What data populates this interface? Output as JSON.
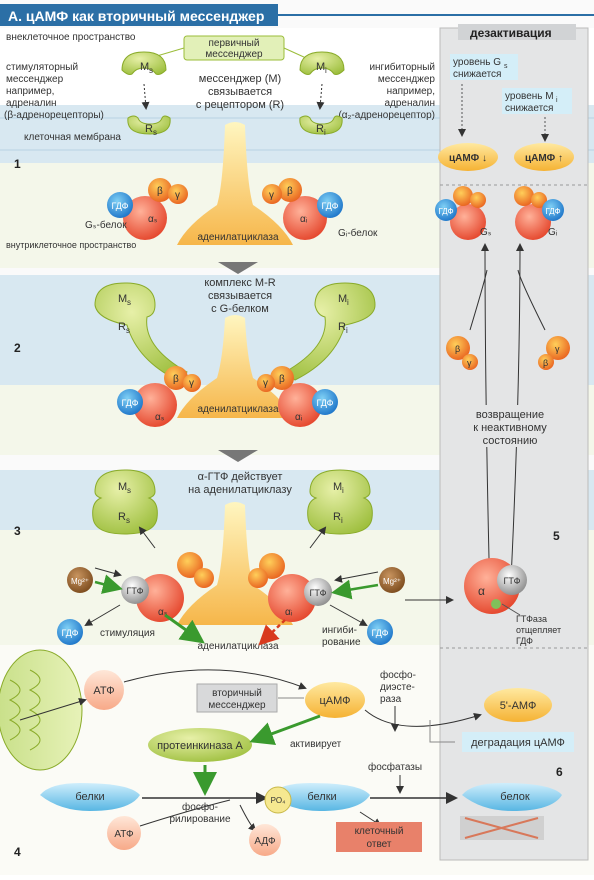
{
  "header": {
    "title": "А. цАМФ как вторичный мессенджер"
  },
  "deact": {
    "title": "дезактивация",
    "gs_level_1": "уровень G",
    "gs_level_sub": "s",
    "gs_level_2": "снижается",
    "mi_level_1": "уровень M",
    "mi_level_sub": "i",
    "mi_level_2": "снижается",
    "camp1": "цАМФ ↓",
    "camp2": "цАМФ ↑",
    "return_1": "возвращение",
    "return_2": "к неактивному",
    "return_3": "состоянию",
    "gtpase_1": "ГТФаза",
    "gtpase_2": "отщепляет",
    "gtpase_3": "ГДФ"
  },
  "stage1": {
    "extracellular": "внеклеточное пространство",
    "first_msg_1": "первичный",
    "first_msg_2": "мессенджер",
    "stim_1": "стимуляторный",
    "stim_2": "мессенджер",
    "stim_3": "например,",
    "stim_4": "адреналин",
    "stim_5": "(β-адренорецепторы)",
    "inhib_1": "ингибиторный",
    "inhib_2": "мессенджер",
    "inhib_3": "например,",
    "inhib_4": "адреналин",
    "inhib_5": "(α₂-адренорецептор)",
    "binding_1": "мессенджер (M)",
    "binding_2": "связывается",
    "binding_3": "с рецептором (R)",
    "membrane": "клеточная мембрана",
    "intracellular": "внутриклеточное пространство",
    "gs_label": "Gₛ-белок",
    "gi_label": "Gᵢ-белок"
  },
  "stage2": {
    "complex_1": "комплекс M-R",
    "complex_2": "связывается",
    "complex_3": "с G-белком"
  },
  "stage3": {
    "agtp_1": "α-ГТФ действует",
    "agtp_2": "на аденилатциклазу",
    "stimulation": "стимуляция",
    "inhib_1": "ингиби-",
    "inhib_2": "рование"
  },
  "stage4": {
    "atp": "АТФ",
    "camp": "цАМФ",
    "second_1": "вторичный",
    "second_2": "мессенджер",
    "pde_1": "фосфо-",
    "pde_2": "диэсте-",
    "pde_3": "раза",
    "amp": "5'-АМФ",
    "degradation": "деградация цАМФ",
    "pka": "протеинкиназа А",
    "activates": "активирует",
    "proteins": "белки",
    "protein": "белок",
    "phos_1": "фосфо-",
    "phos_2": "рилирование",
    "phosphatases": "фосфатазы",
    "adp": "АДФ",
    "po4": "PO₄",
    "response_1": "клеточный",
    "response_2": "ответ"
  },
  "labels": {
    "ms": "M",
    "mi": "M",
    "rs": "R",
    "ri": "R",
    "sub_s": "s",
    "sub_i": "i",
    "gdp": "ГДФ",
    "gtp": "ГТФ",
    "ac": "аденилатциклаза",
    "mg": "Mg²⁺",
    "alpha": "α",
    "beta": "β",
    "gamma": "γ",
    "alpha_s": "αₛ",
    "alpha_i": "αᵢ",
    "gs": "Gₛ",
    "gi": "Gᵢ"
  },
  "steps": [
    "1",
    "2",
    "3",
    "4",
    "5",
    "6"
  ],
  "colors": {
    "title_bar": "#2b6fa6",
    "membrane": "#cfe2ee",
    "panel": "#e8e9ea",
    "green_arrow": "#3a9a2e",
    "red_arrow": "#d83a1e"
  }
}
